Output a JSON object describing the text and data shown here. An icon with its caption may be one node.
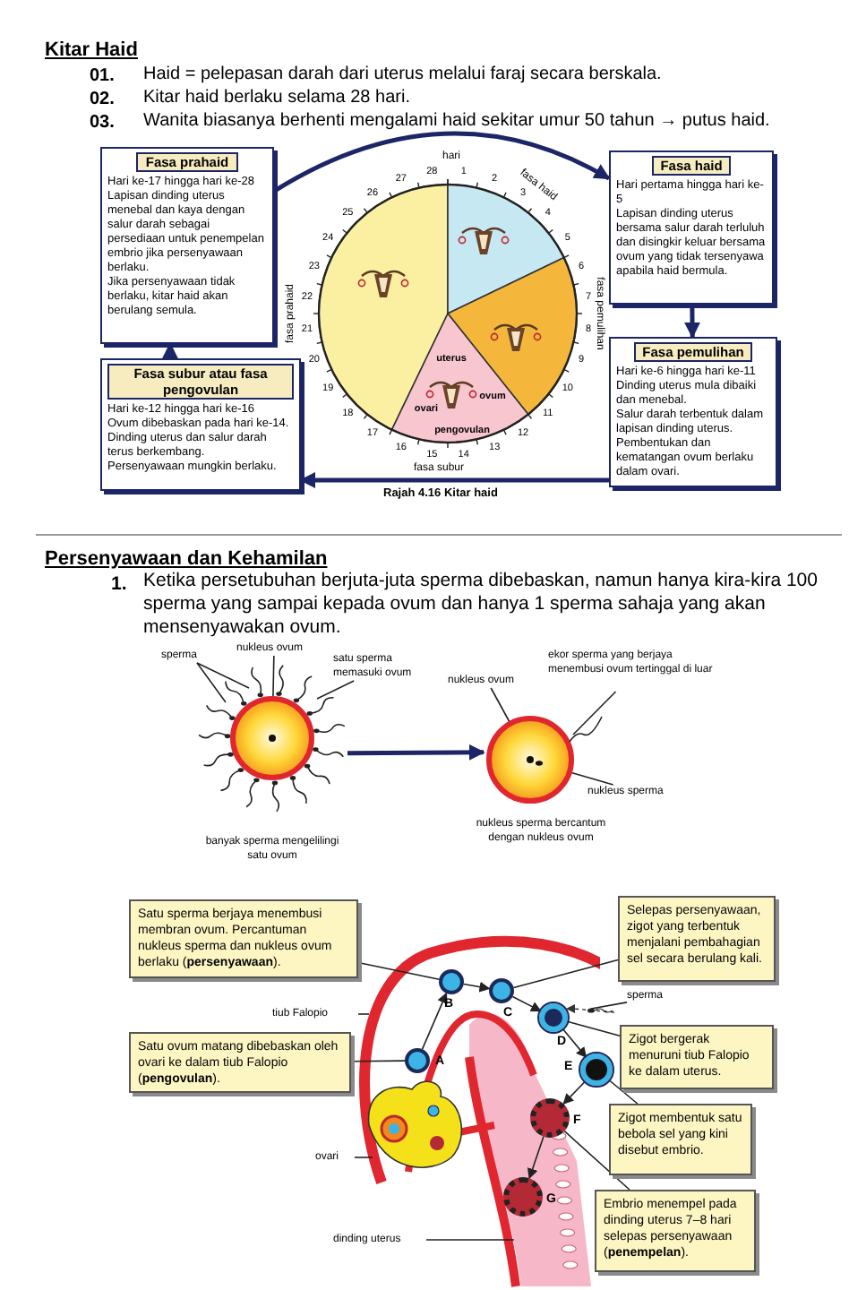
{
  "diagram": {
    "nodes": [
      {
        "text": [
          "Fasa prahaid",
          "Hari ke-17 hingga hari ke-28",
          "Lapisan dinding uterus menebal dan kaya dengan salur darah sebagai persediaan untuk penempelan embrio jika persenyawaan berlaku.",
          "Jika persenyawaan tidak berlaku, kitar haid akan berulang semula."
        ]
      },
      {
        "text": [
          "Fasa haid",
          "Hari pertama hingga hari ke-5",
          "Lapisan dinding uterus bersama salur darah terluluh dan disingkir keluar bersama ovum yang tidak tersenyawa apabila haid bermula."
        ]
      },
      {
        "text": [
          "Fasa pemulihan",
          "Hari ke-6 hingga hari ke-11",
          "Dinding uterus mula dibaiki dan menebal.",
          "Salur darah terbentuk dalam lapisan dinding uterus. Pembentukan dan kematangan ovum berlaku dalam ovari."
        ]
      },
      {
        "text": [
          "Fasa subur atau fasa pengovulan",
          "Hari ke-12 hingga hari ke-16",
          "Ovum dibebaskan pada hari ke-14. Dinding uterus dan salur darah terus berkembang.",
          "Persenyawaan mungkin berlaku."
        ]
      },
      {
        "text": [],
        "shape": "picture",
        "beside": [
          "banyak sperma mengelilingi satu ovum"
        ]
      },
      {
        "text": [],
        "shape": "picture",
        "beside": [
          "nukleus sperma bercantum dengan nukleus ovum"
        ]
      },
      {
        "text": [
          "sperma"
        ]
      },
      {
        "text": [
          "nukleus ovum"
        ]
      },
      {
        "text": [
          "satu sperma memasuki ovum"
        ]
      },
      {
        "text": [
          "nukleus ovum"
        ]
      },
      {
        "text": [
          "ekor sperma yang berjaya menembusi ovum tertinggal di luar"
        ]
      },
      {
        "text": [
          "nukleus sperma"
        ]
      },
      {
        "text": [
          "Satu sperma berjaya menembusi membran ovum. Percantuman nukleus sperma dan nukleus ovum berlaku (**persenyawaan**)."
        ]
      },
      {
        "text": [
          "tiub Falopio"
        ]
      },
      {
        "text": [
          "Satu ovum matang dibebaskan oleh ovari ke dalam tiub Falopio (**pengovulan**)."
        ]
      },
      {
        "text": [
          "ovari"
        ]
      },
      {
        "text": [
          "dinding uterus"
        ]
      },
      {
        "text": [
          "Selepas persenyawaan, zigot yang terbentuk menjalani pembahagian sel secara berulang kali."
        ]
      },
      {
        "text": [
          "sperma"
        ]
      },
      {
        "text": [
          "Zigot bergerak menuruni tiub Falopio ke dalam uterus."
        ]
      },
      {
        "text": [
          "Zigot membentuk satu bebola sel yang kini disebut embrio."
        ]
      },
      {
        "text": [
          "Embrio menempel pada dinding uterus 7–8 hari selepas persenyawaan (**penempelan**)."
        ]
      },
      {
        "text": [],
        "shape": "circle",
        "beside": [
          "A"
        ]
      },
      {
        "text": [],
        "shape": "circle",
        "beside": [
          "B"
        ]
      },
      {
        "text": [],
        "shape": "circle",
        "beside": [
          "C"
        ]
      },
      {
        "text": [],
        "shape": "circle",
        "beside": [
          "D"
        ]
      },
      {
        "text": [],
        "shape": "circle",
        "beside": [
          "E"
        ]
      },
      {
        "text": [],
        "shape": "circle",
        "beside": [
          "F"
        ]
      },
      {
        "text": [],
        "shape": "circle",
        "beside": [
          "G"
        ]
      },
      {
        "text": [],
        "shape": "picture"
      }
    ],
    "edges": [
      {
        "from": 0,
        "to": 1,
        "arrow": "to",
        "style": "thick",
        "color": "#1c2566"
      },
      {
        "from": 1,
        "to": 2,
        "arrow": "to",
        "style": "thick",
        "color": "#1c2566"
      },
      {
        "from": 2,
        "to": 3,
        "arrow": "to",
        "style": "thick",
        "color": "#1c2566"
      },
      {
        "from": 3,
        "to": 0,
        "arrow": "to",
        "style": "thick",
        "color": "#1c2566"
      },
      {
        "from": 4,
        "to": 5,
        "arrow": "to",
        "style": "thick",
        "color": "#1c2566"
      },
      {
        "from": 6,
        "to": 4,
        "arrow": "none"
      },
      {
        "from": 6,
        "to": 4,
        "arrow": "none"
      },
      {
        "from": 7,
        "to": 4,
        "arrow": "none"
      },
      {
        "from": 8,
        "to": 4,
        "arrow": "none"
      },
      {
        "from": 9,
        "to": 5,
        "arrow": "none"
      },
      {
        "from": 10,
        "to": 5,
        "arrow": "none"
      },
      {
        "from": 11,
        "to": 5,
        "arrow": "none"
      },
      {
        "from": 12,
        "to": 23,
        "arrow": "none"
      },
      {
        "from": 13,
        "to": null,
        "arrow": "none"
      },
      {
        "from": 14,
        "to": 22,
        "arrow": "none"
      },
      {
        "from": 15,
        "to": null,
        "arrow": "none"
      },
      {
        "from": 16,
        "to": null,
        "arrow": "none"
      },
      {
        "from": 17,
        "to": 24,
        "arrow": "none"
      },
      {
        "from": 18,
        "to": 29,
        "arrow": "none"
      },
      {
        "from": 19,
        "to": 25,
        "arrow": "none"
      },
      {
        "from": 20,
        "to": 26,
        "arrow": "none"
      },
      {
        "from": 21,
        "to": 27,
        "arrow": "none"
      },
      {
        "from": 22,
        "to": 23,
        "arrow": "to"
      },
      {
        "from": 23,
        "to": 24,
        "arrow": "to"
      },
      {
        "from": 24,
        "to": 25,
        "arrow": "to"
      },
      {
        "from": 25,
        "to": 26,
        "arrow": "to"
      },
      {
        "from": 26,
        "to": 27,
        "arrow": "to"
      },
      {
        "from": 27,
        "to": 28,
        "arrow": "to"
      }
    ],
    "labels": [
      "Kitar Haid",
      "01.",
      "Haid = pelepasan darah dari uterus melalui faraj secara berskala.",
      "02.",
      "Kitar haid berlaku selama 28 hari.",
      "03.",
      "Wanita biasanya berhenti mengalami haid sekitar umur 50 tahun → putus haid.",
      "hari",
      "fasa haid",
      "fasa pemulihan",
      "fasa subur",
      "fasa prahaid",
      "uterus",
      "ovari",
      "ovum",
      "pengovulan",
      "1",
      "2",
      "3",
      "4",
      "5",
      "6",
      "7",
      "8",
      "9",
      "10",
      "11",
      "12",
      "13",
      "14",
      "15",
      "16",
      "17",
      "18",
      "19",
      "20",
      "21",
      "22",
      "23",
      "24",
      "25",
      "26",
      "27",
      "28",
      "Rajah 4.16 Kitar haid",
      "Persenyawaan dan Kehamilan",
      "1.",
      "Ketika persetubuhan berjuta-juta sperma dibebaskan, namun hanya kira-kira 100 sperma yang sampai kepada ovum dan hanya 1 sperma sahaja yang akan mensenyawakan ovum."
    ]
  }
}
